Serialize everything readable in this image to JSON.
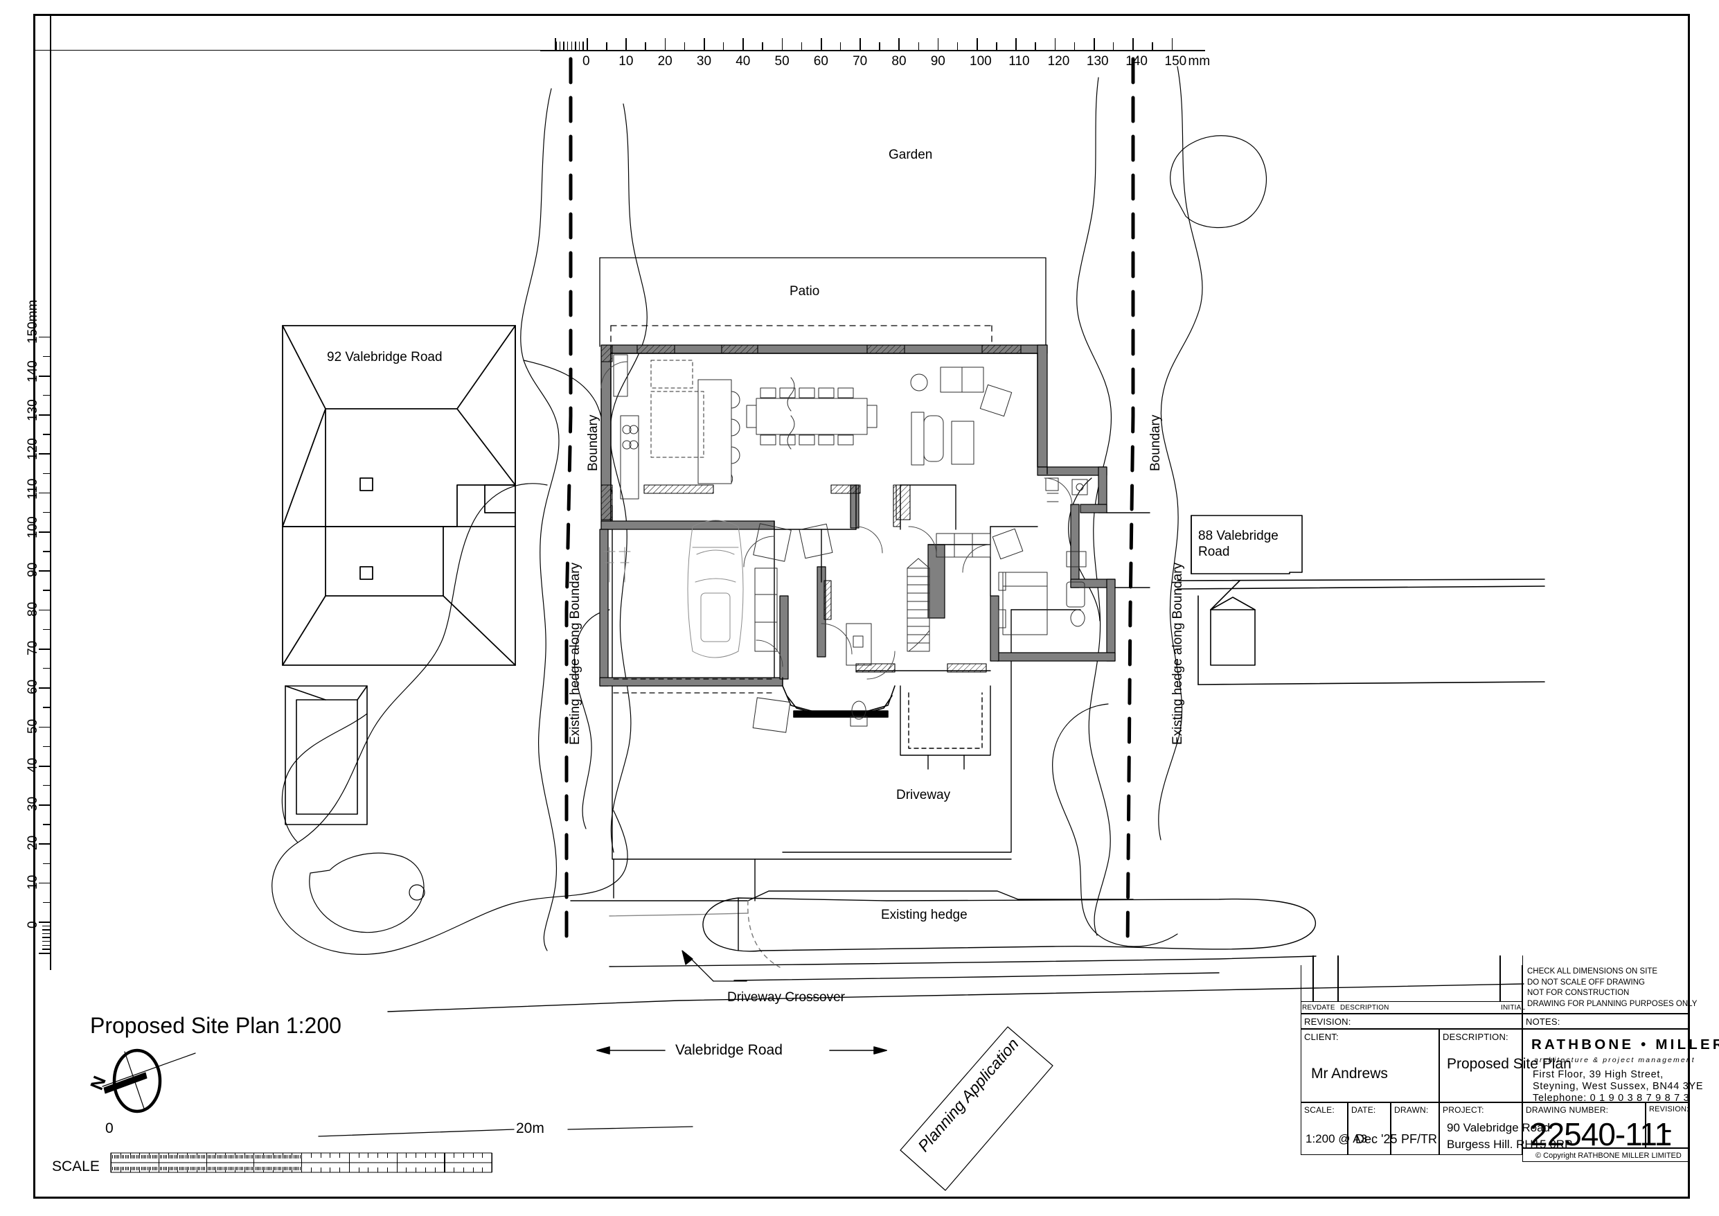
{
  "sheet": {
    "top_ruler": {
      "unit": "mm",
      "ticks": [
        "0",
        "10",
        "20",
        "30",
        "40",
        "50",
        "60",
        "70",
        "80",
        "90",
        "100",
        "110",
        "120",
        "130",
        "140",
        "150"
      ],
      "unit_suffix": "mm"
    },
    "left_ruler": {
      "unit": "mm",
      "ticks": [
        "0",
        "10",
        "20",
        "30",
        "40",
        "50",
        "60",
        "70",
        "80",
        "90",
        "100",
        "110",
        "120",
        "130",
        "140",
        "150"
      ],
      "unit_suffix": "mm"
    }
  },
  "plan": {
    "title": "Proposed Site Plan 1:200",
    "labels": {
      "garden": "Garden",
      "patio": "Patio",
      "neighbour_left": "92 Valebridge Road",
      "neighbour_right_line1": "88 Valebridge",
      "neighbour_right_line2": "Road",
      "driveway": "Driveway",
      "existing_hedge": "Existing hedge",
      "driveway_crossover": "Driveway Crossover",
      "road": "Valebridge Road",
      "boundary_left": "Boundary",
      "boundary_right": "Boundary",
      "hedge_boundary_left": "Existing hedge along Boundary",
      "hedge_boundary_right": "Existing hedge along Boundary"
    }
  },
  "north_arrow": {
    "letter": "N"
  },
  "scale_bar": {
    "label": "SCALE",
    "start": "0",
    "end": "20m"
  },
  "stamp": {
    "text": "Planning Application"
  },
  "titleblock": {
    "revision_table": {
      "columns": [
        "REV",
        "DATE",
        "DESCRIPTION",
        "INITIAL"
      ],
      "rows": []
    },
    "revision_heading": "REVISION:",
    "notes_heading": "NOTES:",
    "notes": [
      "CHECK ALL DIMENSIONS ON SITE",
      "DO NOT SCALE OFF DRAWING",
      "NOT FOR CONSTRUCTION",
      "DRAWING FOR PLANNING PURPOSES ONLY"
    ],
    "client_heading": "CLIENT:",
    "client_value": "Mr Andrews",
    "description_heading": "DESCRIPTION:",
    "description_value": "Proposed Site Plan",
    "scale_heading": "SCALE:",
    "scale_value": "1:200 @ A3",
    "date_heading": "DATE:",
    "date_value": "Dec '25",
    "drawn_heading": "DRAWN:",
    "drawn_value": "PF/TR",
    "project_heading": "PROJECT:",
    "project_line1": "90 Valebridge Road",
    "project_line2": "Burgess Hill. RH15 0RP",
    "drawing_number_heading": "DRAWING NUMBER:",
    "drawing_number_value": "22540-111",
    "revision_heading_2": "REVISION:",
    "revision_value": "-",
    "copyright": "© Copyright RATHBONE MILLER LIMITED",
    "firm": {
      "name": "RATHBONE • MILLER",
      "tagline": "architecture  &  project management",
      "address_line1": "First Floor, 39 High Street,",
      "address_line2": "Steyning, West Sussex, BN44 3YE",
      "address_line3": "Telephone:  0 1 9 0 3   8 7 9 8 7 3"
    }
  }
}
